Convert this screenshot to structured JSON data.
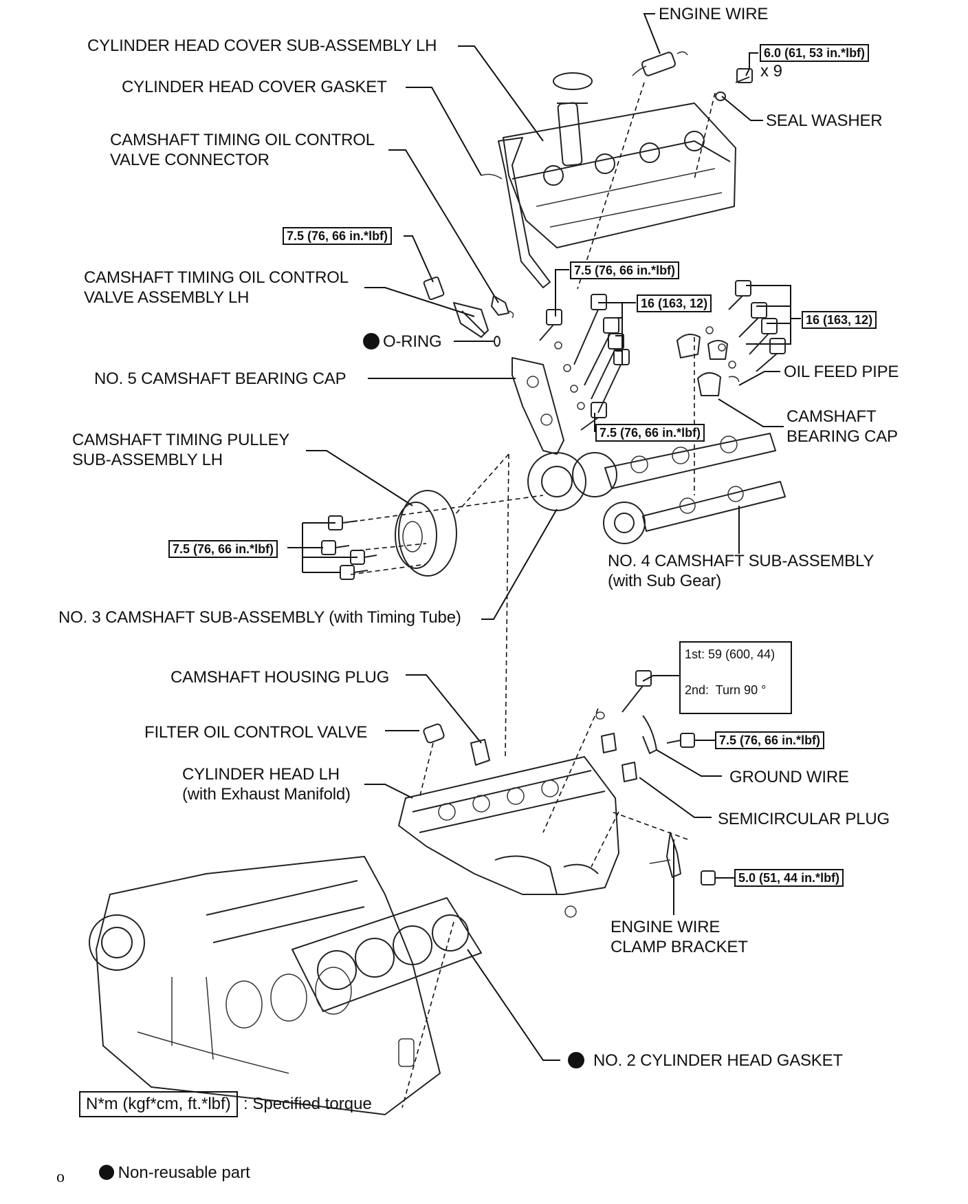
{
  "labels": {
    "engine_wire": "ENGINE WIRE",
    "head_cover": "CYLINDER HEAD COVER SUB-ASSEMBLY LH",
    "cover_gasket": "CYLINDER HEAD COVER GASKET",
    "ocv_connector_1": "CAMSHAFT TIMING OIL CONTROL",
    "ocv_connector_2": "VALVE CONNECTOR",
    "seal_washer": "SEAL WASHER",
    "ocv_assembly_1": "CAMSHAFT TIMING OIL CONTROL",
    "ocv_assembly_2": "VALVE ASSEMBLY LH",
    "o_ring": "O-RING",
    "no5_cap": "NO. 5 CAMSHAFT BEARING CAP",
    "oil_feed_pipe": "OIL FEED PIPE",
    "bearing_cap_1": "CAMSHAFT",
    "bearing_cap_2": "BEARING CAP",
    "timing_pulley_1": "CAMSHAFT TIMING PULLEY",
    "timing_pulley_2": "SUB-ASSEMBLY LH",
    "no4_cam_1": "NO. 4 CAMSHAFT SUB-ASSEMBLY",
    "no4_cam_2": "(with Sub Gear)",
    "no3_cam": "NO. 3 CAMSHAFT SUB-ASSEMBLY (with Timing Tube)",
    "housing_plug": "CAMSHAFT HOUSING PLUG",
    "filter_ocv": "FILTER OIL CONTROL VALVE",
    "cyl_head_1": "CYLINDER HEAD LH",
    "cyl_head_2": "(with Exhaust Manifold)",
    "ground_wire": "GROUND WIRE",
    "semicircular_plug": "SEMICIRCULAR PLUG",
    "clamp_bracket_1": "ENGINE WIRE",
    "clamp_bracket_2": "CLAMP BRACKET",
    "head_gasket": "NO. 2 CYLINDER HEAD GASKET"
  },
  "torques": {
    "cover_bolts": "6.0 (61, 53 in.*lbf)",
    "cover_bolts_qty": "x 9",
    "ocv_bolt": "7.5 (76, 66 in.*lbf)",
    "no5_cap_bolt": "7.5 (76, 66 in.*lbf)",
    "cap_bolts_a": "16 (163, 12)",
    "cap_bolts_b": "16 (163, 12)",
    "lower_cap_bolt": "7.5 (76, 66 in.*lbf)",
    "pulley_bolts": "7.5 (76, 66 in.*lbf)",
    "head_bolt_1st": "1st: 59 (600, 44)",
    "head_bolt_2nd": "2nd:  Turn 90 °",
    "ground_wire_bolt": "7.5 (76, 66 in.*lbf)",
    "bracket_bolt": "5.0 (51, 44 in.*lbf)"
  },
  "legend": {
    "torque_box": "N*m (kgf*cm, ft.*lbf)",
    "torque_desc": ": Specified torque",
    "non_reusable": "Non-reusable part"
  },
  "page_mark": "o",
  "colors": {
    "ink": "#111111",
    "paper": "#ffffff"
  }
}
